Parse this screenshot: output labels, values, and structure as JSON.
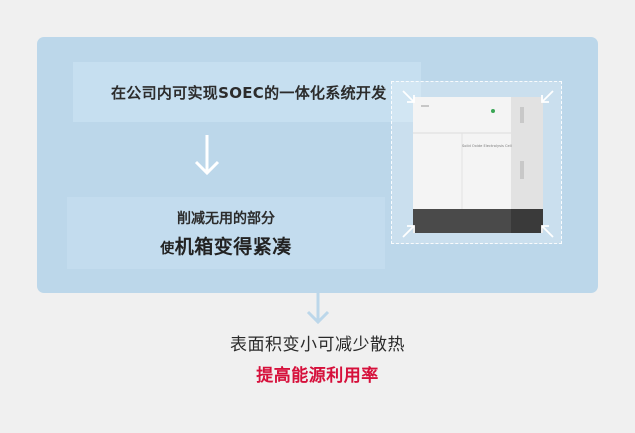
{
  "panel": {
    "headline": "在公司内可实现SOEC的一体化系统开发",
    "reduction_line": "削减无用的部分",
    "compact_lead": "使",
    "compact_emphasis": "机箱变得紧凑",
    "device_label": "Solid Oxide Electrolysis Cell"
  },
  "result": {
    "line1": "表面积变小可减少散热",
    "line2": "提高能源利用率"
  },
  "colors": {
    "panel_bg": "#bcd7ea",
    "accent_red": "#d6103b",
    "page_bg": "#f0f0f0"
  },
  "icons": [
    "down-arrow-icon",
    "shrink-corner-arrow-icon"
  ]
}
